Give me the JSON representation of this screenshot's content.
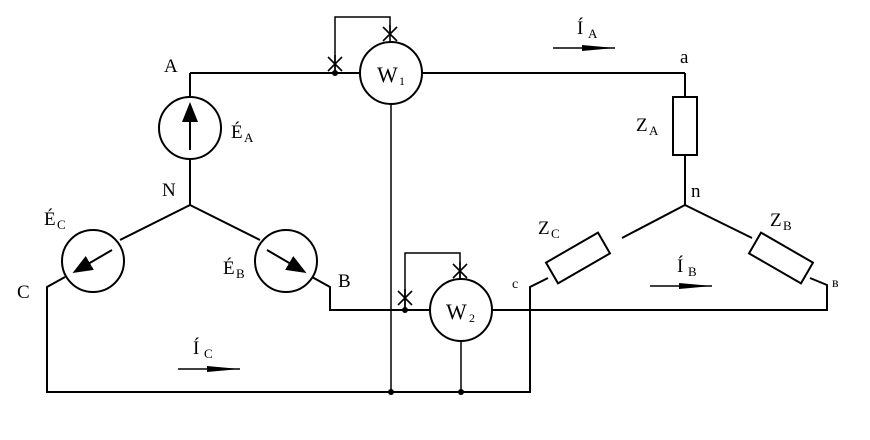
{
  "nodes": {
    "A": "A",
    "N": "N",
    "C_src": "C",
    "B_src": "B",
    "a": "a",
    "n": "n",
    "c_load": "c",
    "b_load": "в"
  },
  "sources": {
    "EA": {
      "main": "É",
      "sub": "A"
    },
    "EB": {
      "main": "É",
      "sub": "B"
    },
    "EC": {
      "main": "É",
      "sub": "C"
    }
  },
  "impedances": {
    "ZA": {
      "main": "Z",
      "sub": "A"
    },
    "ZB": {
      "main": "Z",
      "sub": "B"
    },
    "ZC": {
      "main": "Z",
      "sub": "C"
    }
  },
  "currents": {
    "IA": {
      "main": "Í",
      "sub": "A"
    },
    "IB": {
      "main": "Í",
      "sub": "B"
    },
    "IC": {
      "main": "Í",
      "sub": "C"
    }
  },
  "wattmeters": {
    "W1": {
      "main": "W",
      "sub": "1"
    },
    "W2": {
      "main": "W",
      "sub": "2"
    }
  },
  "colors": {
    "ink": "#000000",
    "background": "#ffffff"
  }
}
